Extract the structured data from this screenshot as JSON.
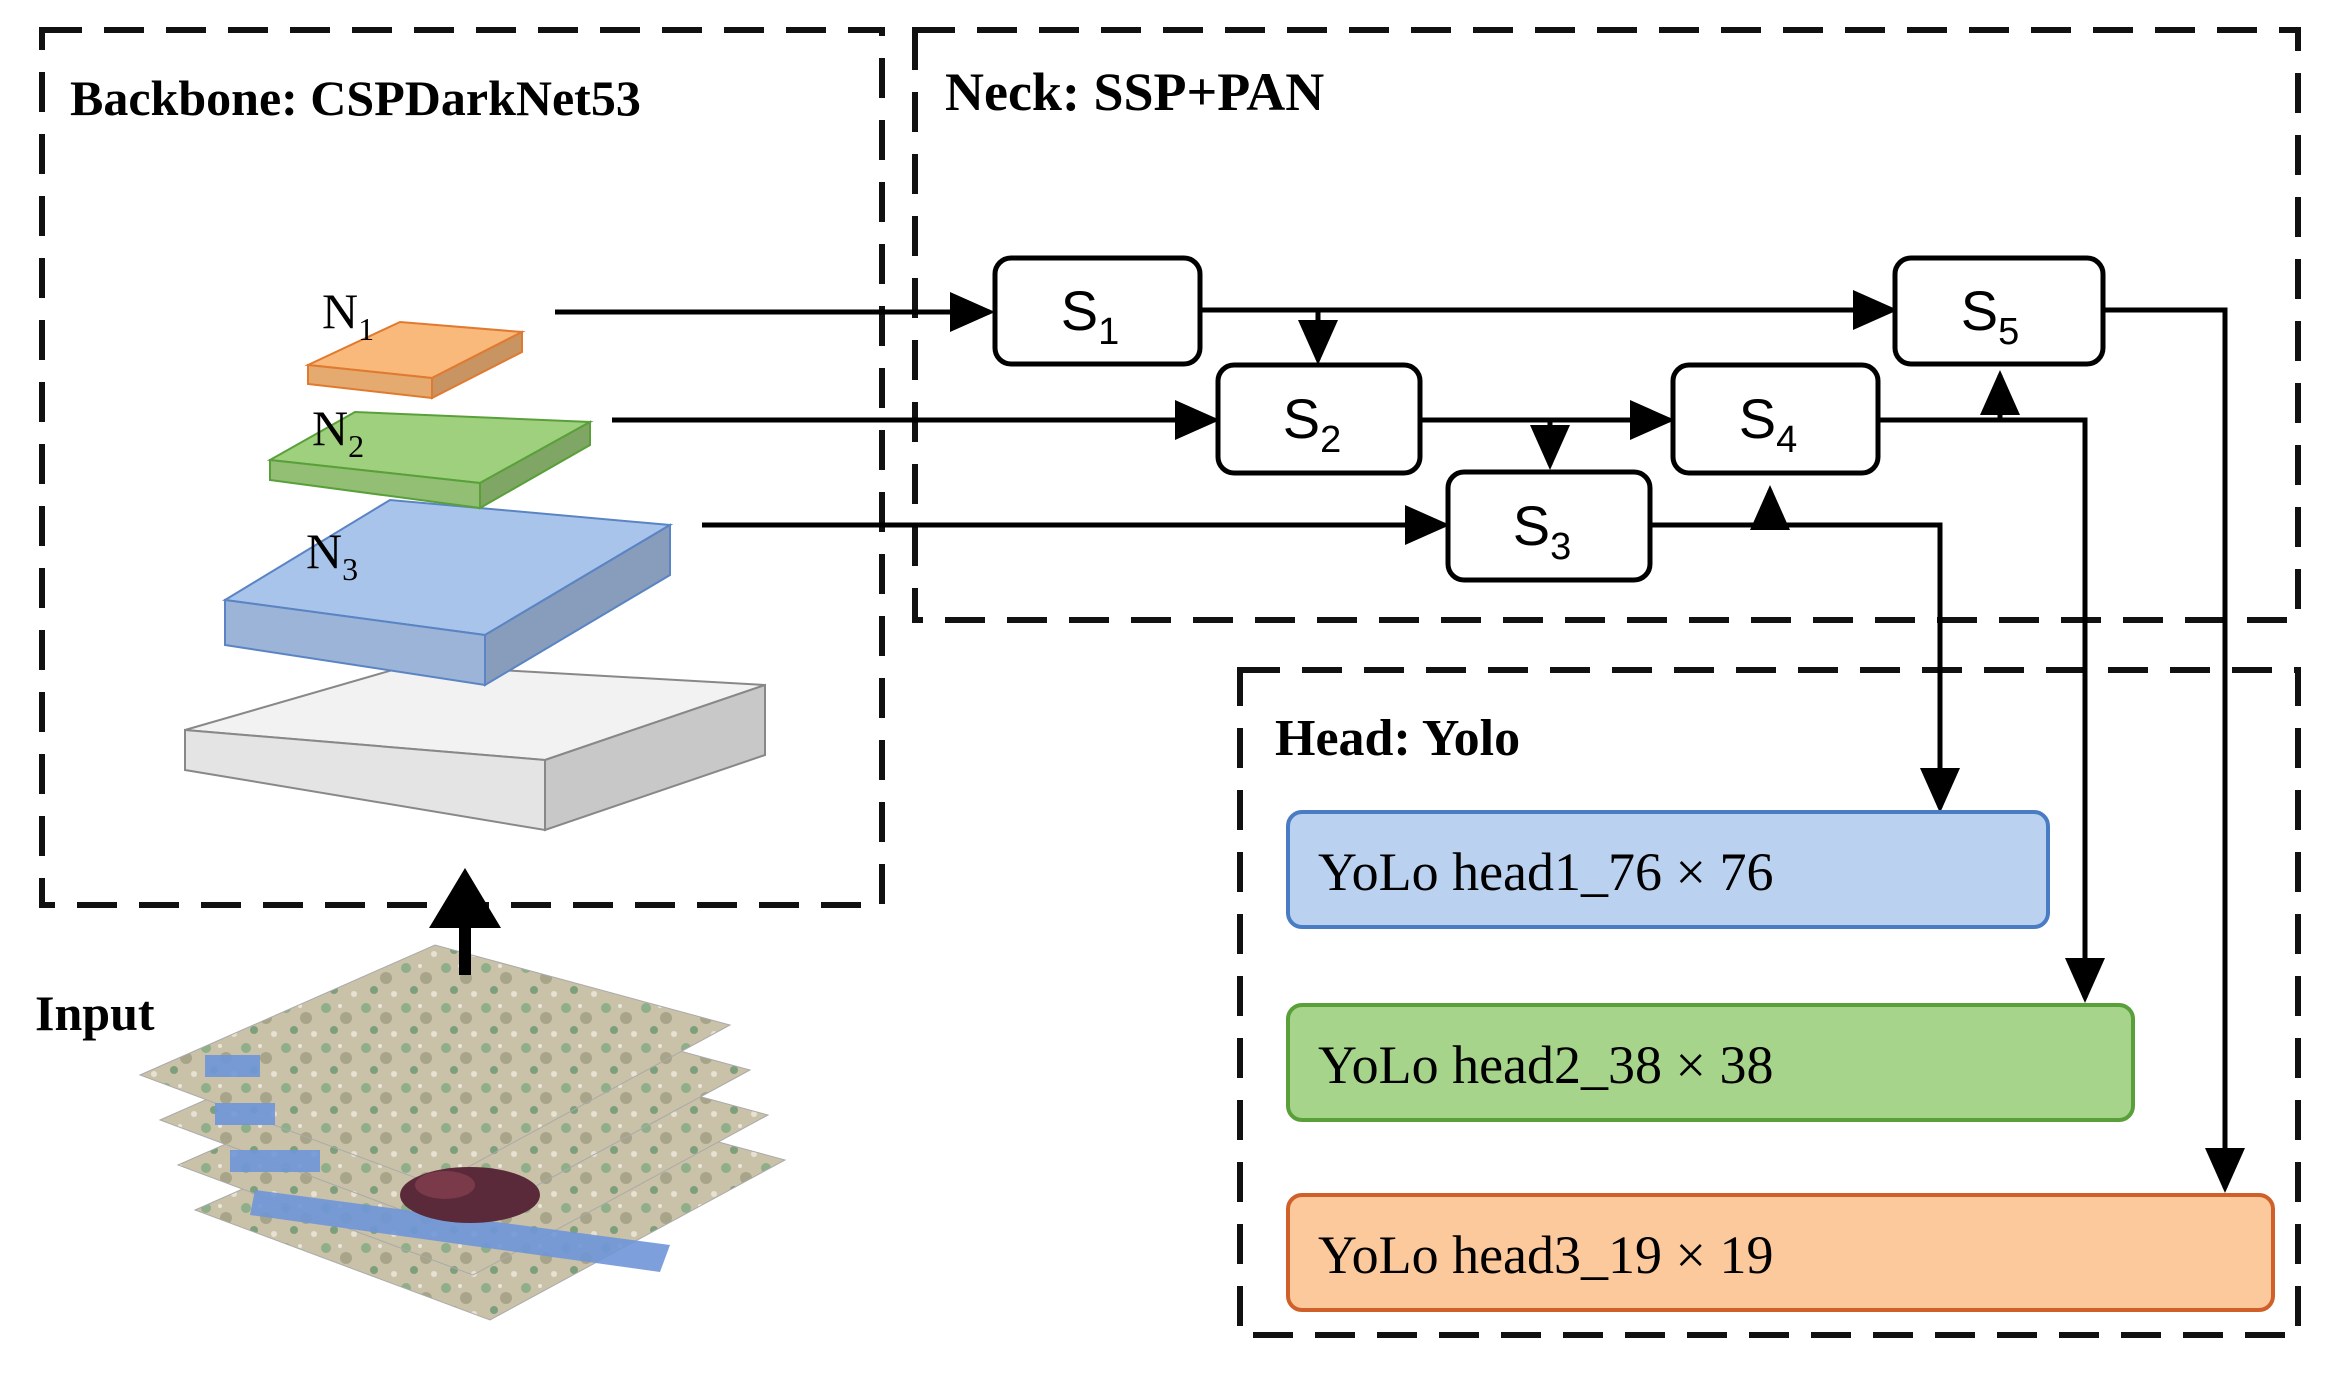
{
  "backbone": {
    "title": "Backbone: CSPDarkNet53"
  },
  "neck": {
    "title": "Neck: SSP+PAN"
  },
  "head": {
    "title": "Head: Yolo"
  },
  "input": {
    "label": "Input"
  },
  "layers": [
    {
      "letter": "N",
      "sub": "1",
      "color": "#f9b97a"
    },
    {
      "letter": "N",
      "sub": "2",
      "color": "#9fd07d"
    },
    {
      "letter": "N",
      "sub": "3",
      "color": "#a9c4ea"
    }
  ],
  "nodes": [
    {
      "letter": "S",
      "sub": "1"
    },
    {
      "letter": "S",
      "sub": "2"
    },
    {
      "letter": "S",
      "sub": "3"
    },
    {
      "letter": "S",
      "sub": "4"
    },
    {
      "letter": "S",
      "sub": "5"
    }
  ],
  "heads": [
    {
      "label": "YoLo head1_76 × 76",
      "fill": "#bad2f0",
      "stroke": "#4a7cc4"
    },
    {
      "label": "YoLo head2_38 × 38",
      "fill": "#a6d48a",
      "stroke": "#5aa03a"
    },
    {
      "label": "YoLo head3_19 × 19",
      "fill": "#fbc99b",
      "stroke": "#d0602a"
    }
  ]
}
